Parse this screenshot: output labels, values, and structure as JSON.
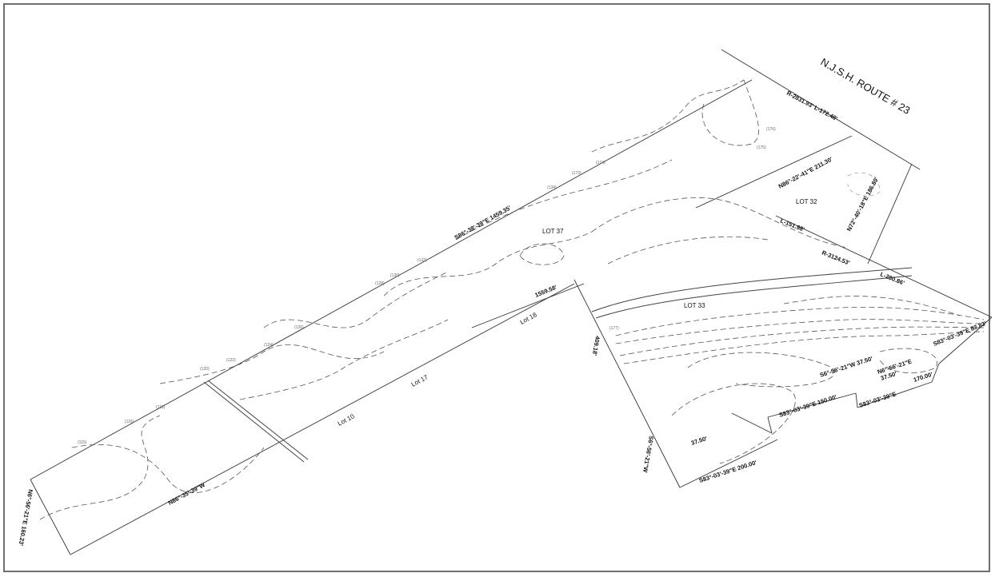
{
  "map": {
    "title": "N.J.S.H. ROUTE # 23",
    "lots": {
      "lot37": "LOT 37",
      "lot32": "LOT 32",
      "lot33": "LOT 33",
      "lot18": "Lot 18",
      "lot17": "Lot 17",
      "lot10": "Lot 10"
    },
    "bearings": {
      "north_line": "S86°-38'-39\"E 1459.35'",
      "lot18_line": "1559.58'",
      "route_curve": "R-2831.93' L-172.48'",
      "lot32_north": "N86°-22'-41\"E 211.30'",
      "lot32_east": "N72°-40'-18\"E 186.80'",
      "curve_l1": "L-151.98'",
      "curve_r": "R-3124.53'",
      "curve_l2": "L-280.86'",
      "east_line": "S83°-03'-39\"E 83.83'",
      "west_lot33": "409.18'",
      "south_west": "S6°-56'-21\"W",
      "inner_1": "S6°-56'-21\"W 37.50'",
      "inner_2_a": "N6°-56'-21\"E",
      "inner_2_b": "37.50'",
      "inner_170": "170.00'",
      "inner_s83": "S83°-03'-39\"E",
      "inner_150": "S83°-03'-39\"E 150.00'",
      "inner_3_a": "N6°-56'-21\"E",
      "inner_3_b": "37.50'",
      "south_200": "S83°-03'-39\"E 200.00'",
      "south_main": "N86°-35'-39\"W",
      "west_end": "N6°-56'-21\"E 160.23'"
    },
    "contour_labels": [
      "(115)",
      "(116)",
      "(118)",
      "(120)",
      "(122)",
      "(124)",
      "(126)",
      "(128)",
      "(130)",
      "(132)",
      "(134)",
      "(173)",
      "(174)",
      "(175)",
      "(176)",
      "(177)"
    ],
    "colors": {
      "frame": "#6f6f6f",
      "ink": "#333333",
      "background": "#ffffff"
    }
  }
}
